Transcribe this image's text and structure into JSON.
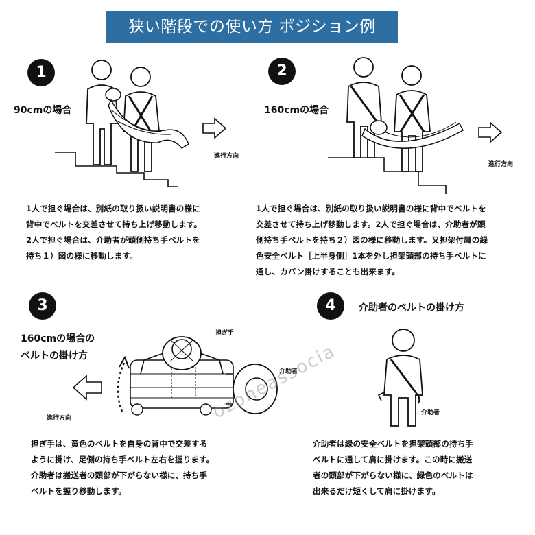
{
  "title": "狭い階段での使い方 ポジション例",
  "panel1": {
    "number": "1",
    "case": "90cmの場合",
    "direction": "進行方向",
    "desc": [
      "1人で担ぐ場合は、別紙の取り扱い説明書の様に",
      "背中でベルトを交差させて持ち上げ移動します。",
      "2人で担ぐ場合は、介助者が頭側持ち手ベルトを",
      "持ち１）図の様に移動します。"
    ]
  },
  "panel2": {
    "number": "2",
    "case": "160cmの場合",
    "direction": "進行方向",
    "desc": [
      "1人で担ぐ場合は、別紙の取り扱い説明書の様に背中でベルトを",
      "交差させて持ち上げ移動します。2人で担ぐ場合は、介助者が頭",
      "側持ち手ベルトを持ち２）図の様に移動します。又担架付属の緑",
      "色安全ベルト［上半身側］1本を外し担架頭部の持ち手ベルトに",
      "通し、カバン掛けすることも出来ます。"
    ]
  },
  "panel3": {
    "number": "3",
    "case_line1": "160cmの場合の",
    "case_line2": "ベルトの掛け方",
    "carrier": "担ぎ手",
    "helper": "介助者",
    "direction": "進行方向",
    "desc": [
      "担ぎ手は、黄色のベルトを自身の背中で交差する",
      "ように掛け、足側の持ち手ベルト左右を握ります。",
      "介助者は搬送者の頭部が下がらない様に、持ち手",
      "ベルトを握り移動します。"
    ]
  },
  "panel4": {
    "number": "4",
    "heading": "介助者のベルトの掛け方",
    "helper": "介助者",
    "desc": [
      "介助者は緑の安全ベルトを担架頭部の持ち手",
      "ベルトに通して肩に掛けます。この時に搬送",
      "者の頭部が下がらない様に、緑色のベルトは",
      "出来るだけ短くして肩に掛けます。"
    ]
  },
  "watermark": "ozoneassocia",
  "colors": {
    "banner": "#2d6fa3",
    "ink": "#111111"
  }
}
